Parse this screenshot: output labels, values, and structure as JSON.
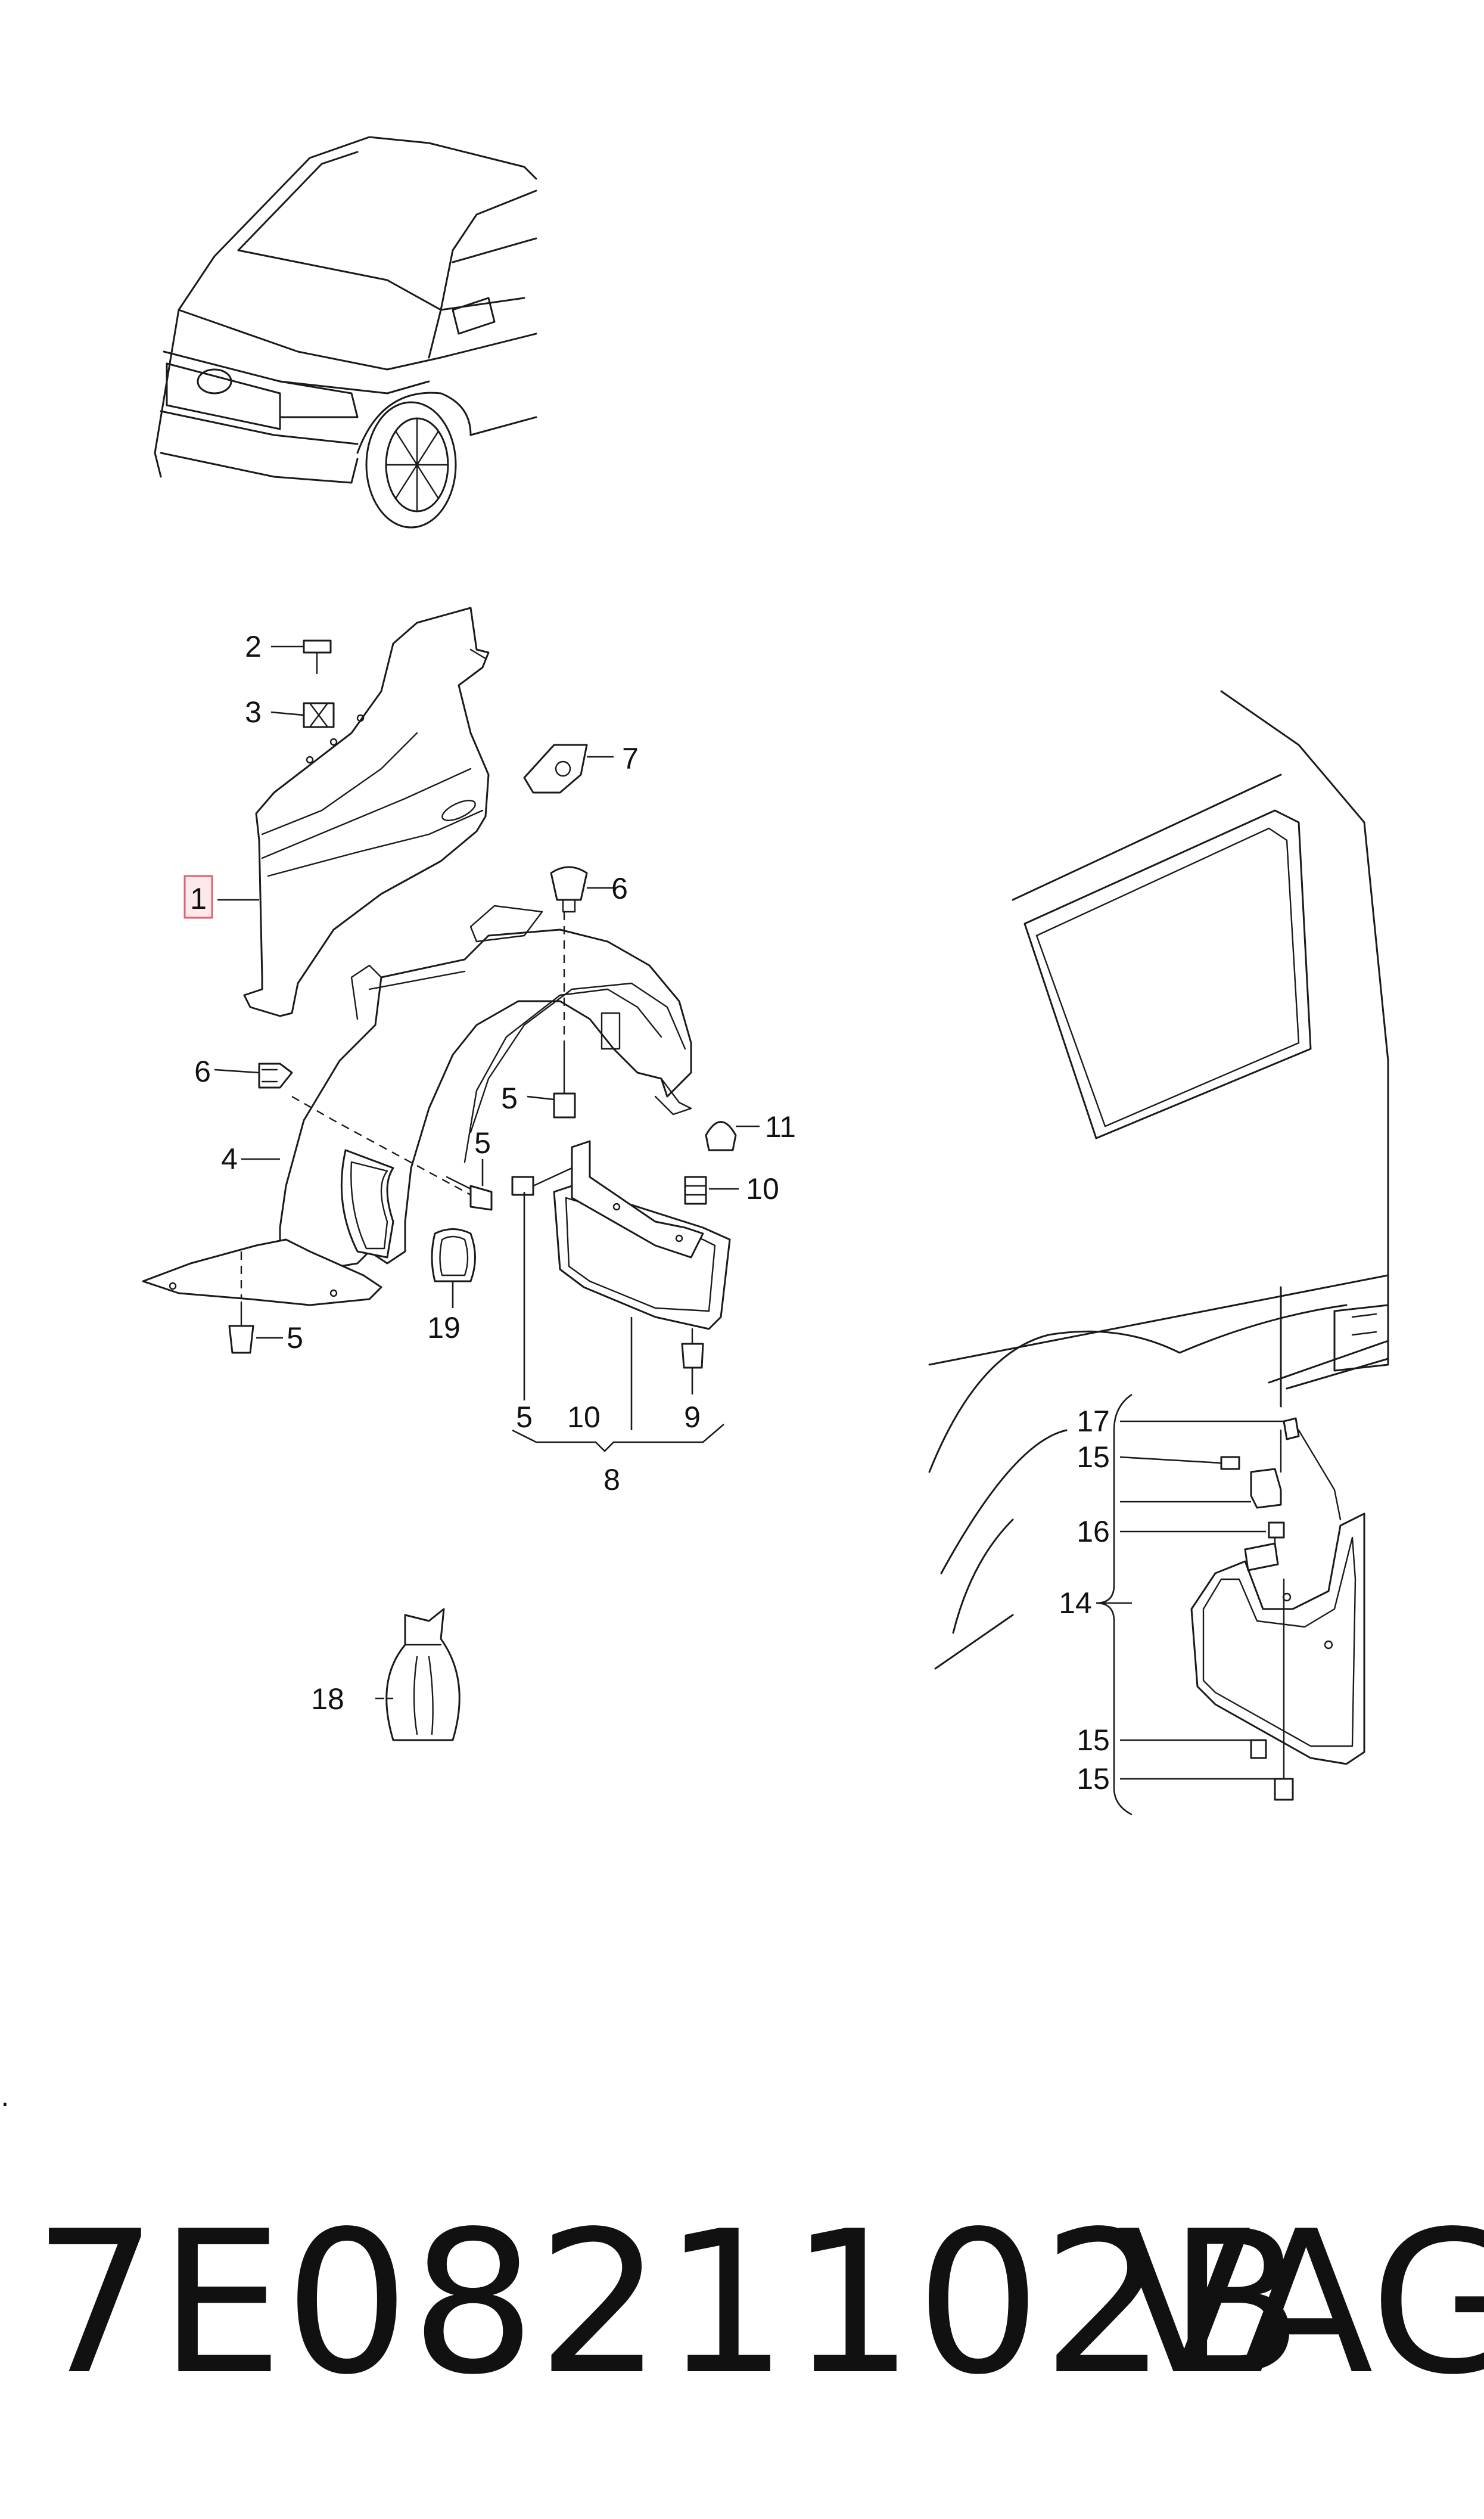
{
  "callouts": {
    "c1": "1",
    "c2": "2",
    "c3": "3",
    "c4": "4",
    "c5a": "5",
    "c5b": "5",
    "c5c": "5",
    "c5d": "5",
    "c6a": "6",
    "c6b": "6",
    "c7": "7",
    "c8": "8",
    "c9": "9",
    "c10a": "10",
    "c10b": "10",
    "c11": "11",
    "c14": "14",
    "c15a": "15",
    "c15b": "15",
    "c15c": "15",
    "c16": "16",
    "c17": "17",
    "c18": "18",
    "c19": "19"
  },
  "footer": {
    "part_number": "7E0821102B",
    "brand": "VAG"
  },
  "colors": {
    "line": "#1a1a1a",
    "highlight_fill": "#fde8ea",
    "highlight_stroke": "#e06070"
  }
}
